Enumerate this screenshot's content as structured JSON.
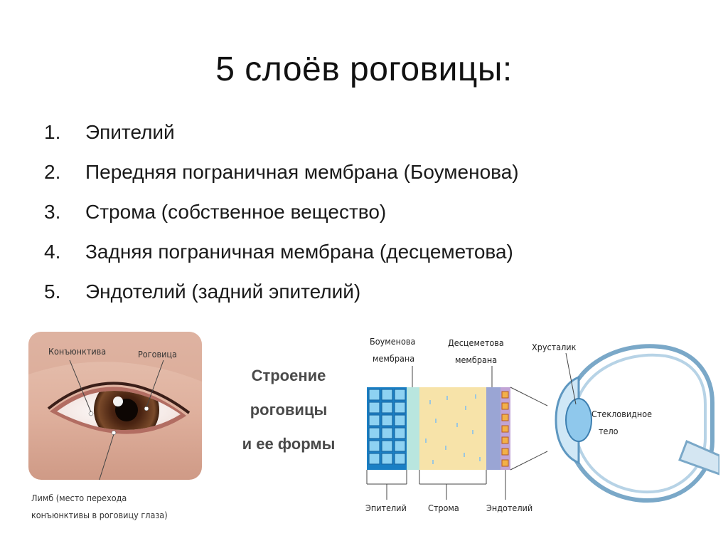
{
  "slide": {
    "title": "5 слоёв роговицы:",
    "layers": [
      {
        "num": "1.",
        "text": "Эпителий"
      },
      {
        "num": "2.",
        "text": "Передняя пограничная мембрана (Боуменова)"
      },
      {
        "num": "3.",
        "text": "Строма (собственное вещество)"
      },
      {
        "num": "4.",
        "text": "Задняя пограничная мембрана (десцеметова)"
      },
      {
        "num": "5.",
        "text": "Эндотелий (задний эпителий)"
      }
    ]
  },
  "eye_photo": {
    "label_conjunctiva": "Конъюнктива",
    "label_cornea": "Роговица",
    "limb_line1": "Лимб (место перехода",
    "limb_line2": "конъюнктивы в роговицу глаза)"
  },
  "center_caption": {
    "line1": "Строение",
    "line2": "роговицы",
    "line3": "и ее формы"
  },
  "cross_section": {
    "bowman_line1": "Боуменова",
    "bowman_line2": "мембрана",
    "descemet_line1": "Десцеметова",
    "descemet_line2": "мембрана",
    "epithelium": "Эпителий",
    "stroma": "Строма",
    "endothelium": "Эндотелий"
  },
  "eyeball": {
    "lens": "Хрусталик",
    "vitreous_line1": "Стекловидное",
    "vitreous_line2": "тело"
  },
  "colors": {
    "epithelium": "#56b4e6",
    "bowman": "#b9e6df",
    "stroma": "#f7e3a9",
    "descemet": "#9aa5d4",
    "endothelium": "#f2b04a",
    "eyeball_outline": "#7aa8c8"
  }
}
